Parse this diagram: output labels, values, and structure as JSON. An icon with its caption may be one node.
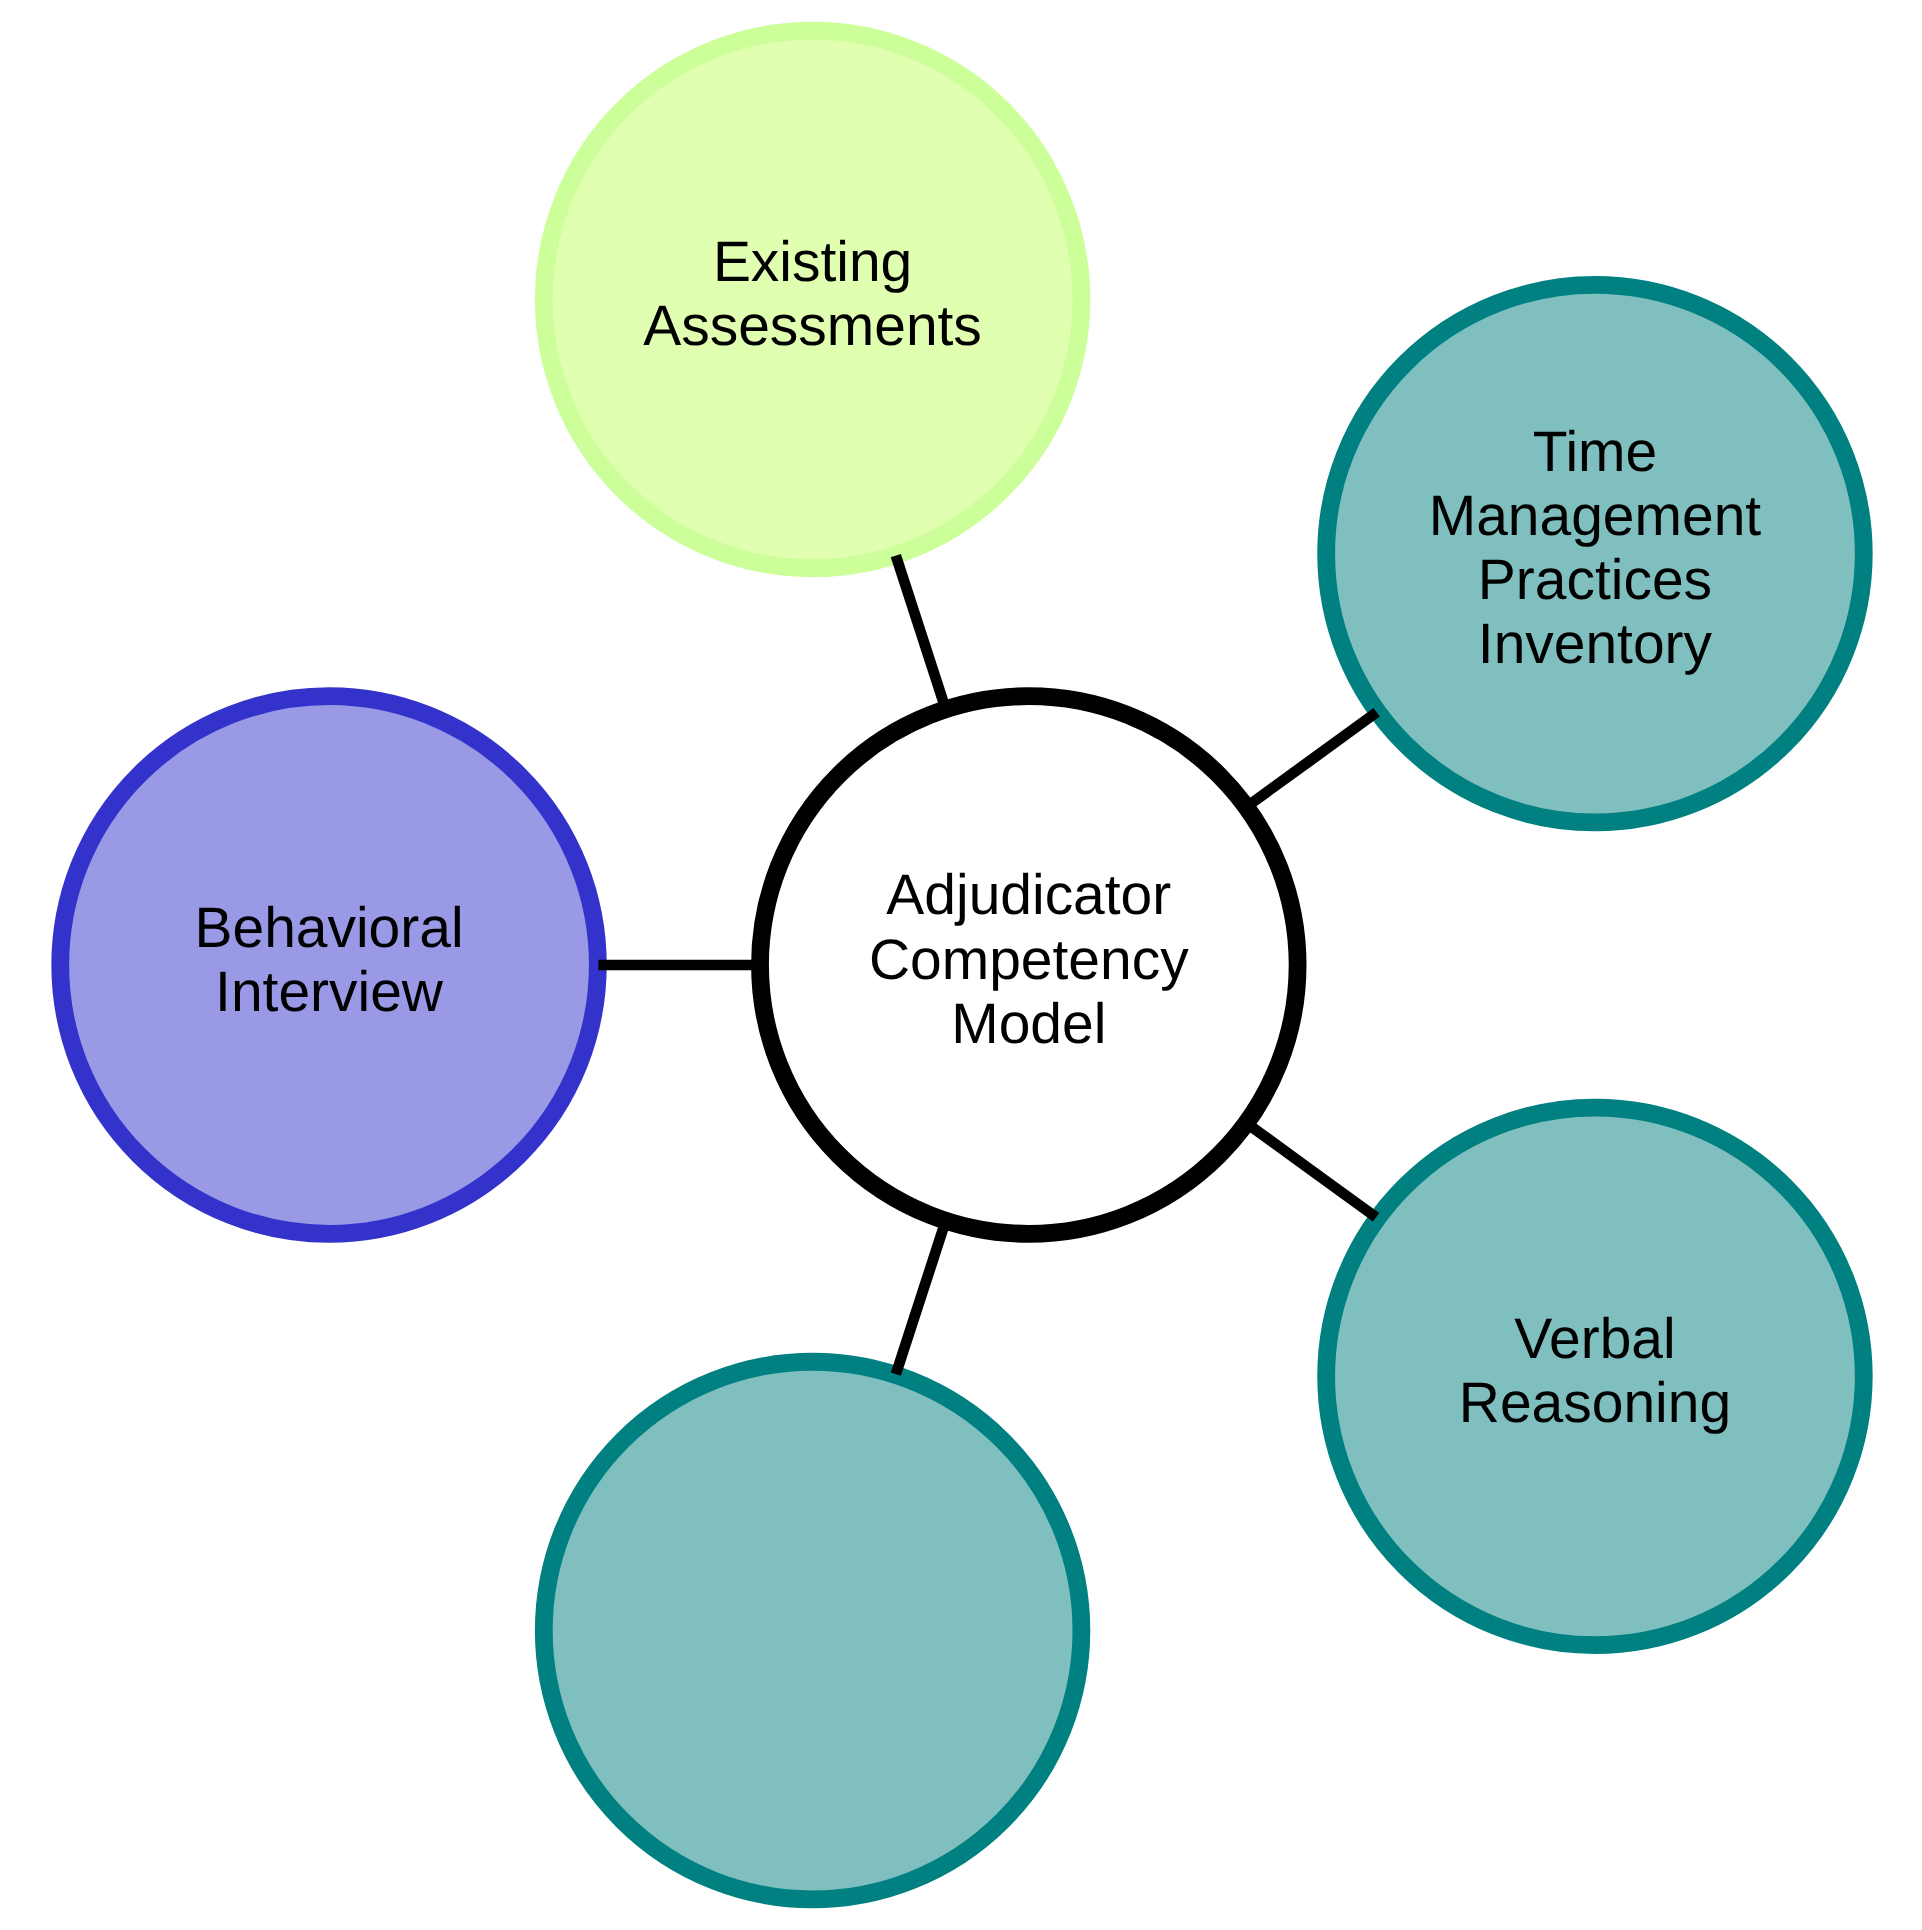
{
  "diagram": {
    "nodes": [
      {
        "text": [],
        "shape": "circle"
      },
      {
        "text": [
          "Verbal Reasoning"
        ]
      },
      {
        "text": [
          "Adjudicator Competency Model"
        ]
      },
      {
        "text": [
          "Time Management Practices Inventory"
        ]
      },
      {
        "text": [
          "Existing Assessments"
        ]
      },
      {
        "text": [
          "Behavioral Interview"
        ]
      }
    ],
    "edges": [
      {
        "from": 0,
        "to": 2,
        "arrow": "none"
      },
      {
        "from": 1,
        "to": 2,
        "arrow": "none"
      },
      {
        "from": 2,
        "to": 3,
        "arrow": "none"
      },
      {
        "from": 2,
        "to": 4,
        "arrow": "none"
      },
      {
        "from": 2,
        "to": 5,
        "arrow": "none"
      }
    ]
  }
}
